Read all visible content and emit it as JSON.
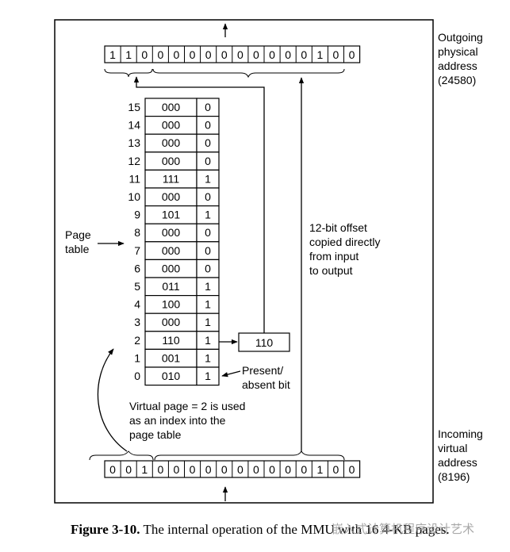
{
  "outgoing": {
    "bits": [
      "1",
      "1",
      "0",
      "0",
      "0",
      "0",
      "0",
      "0",
      "0",
      "0",
      "0",
      "0",
      "0",
      "1",
      "0",
      "0"
    ],
    "label": [
      "Outgoing",
      "physical",
      "address",
      "(24580)"
    ]
  },
  "incoming": {
    "bits": [
      "0",
      "0",
      "1",
      "0",
      "0",
      "0",
      "0",
      "0",
      "0",
      "0",
      "0",
      "0",
      "0",
      "1",
      "0",
      "0"
    ],
    "label": [
      "Incoming",
      "virtual",
      "address",
      "(8196)"
    ]
  },
  "page_table": {
    "label": [
      "Page",
      "table"
    ],
    "rows": [
      {
        "index": "15",
        "frame": "000",
        "present": "0"
      },
      {
        "index": "14",
        "frame": "000",
        "present": "0"
      },
      {
        "index": "13",
        "frame": "000",
        "present": "0"
      },
      {
        "index": "12",
        "frame": "000",
        "present": "0"
      },
      {
        "index": "11",
        "frame": "111",
        "present": "1"
      },
      {
        "index": "10",
        "frame": "000",
        "present": "0"
      },
      {
        "index": "9",
        "frame": "101",
        "present": "1"
      },
      {
        "index": "8",
        "frame": "000",
        "present": "0"
      },
      {
        "index": "7",
        "frame": "000",
        "present": "0"
      },
      {
        "index": "6",
        "frame": "000",
        "present": "0"
      },
      {
        "index": "5",
        "frame": "011",
        "present": "1"
      },
      {
        "index": "4",
        "frame": "100",
        "present": "1"
      },
      {
        "index": "3",
        "frame": "000",
        "present": "1"
      },
      {
        "index": "2",
        "frame": "110",
        "present": "1"
      },
      {
        "index": "1",
        "frame": "001",
        "present": "1"
      },
      {
        "index": "0",
        "frame": "010",
        "present": "1"
      }
    ]
  },
  "output_box": "110",
  "present_label": [
    "Present/",
    "absent bit"
  ],
  "offset_label": [
    "12-bit offset",
    "copied directly",
    "from input",
    "to output"
  ],
  "virtual_page_label": [
    "Virtual page = 2 is used",
    "as an index into the",
    "page table"
  ],
  "caption": {
    "figure": "Figure 3-10.",
    "text": "The internal operation of the MMU with 16 4-KB pages."
  },
  "watermark": "嵌入式计算机程序设计艺术"
}
